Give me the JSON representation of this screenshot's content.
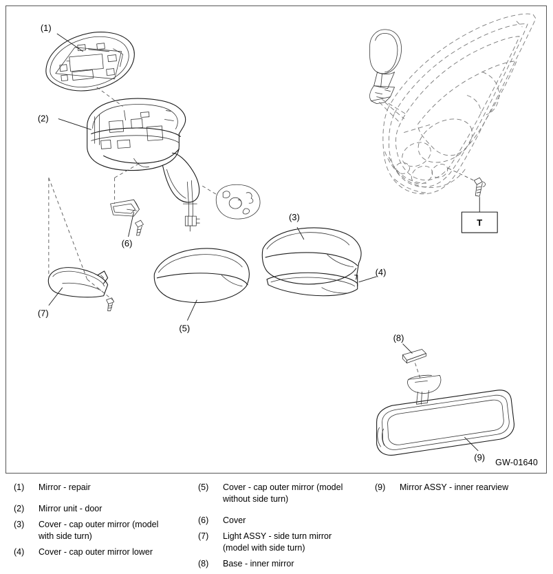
{
  "figure": {
    "id_label": "GW-01640",
    "callouts": [
      {
        "key": "1",
        "text": "(1)"
      },
      {
        "key": "2",
        "text": "(2)"
      },
      {
        "key": "3",
        "text": "(3)"
      },
      {
        "key": "4",
        "text": "(4)"
      },
      {
        "key": "5",
        "text": "(5)"
      },
      {
        "key": "6",
        "text": "(6)"
      },
      {
        "key": "7",
        "text": "(7)"
      },
      {
        "key": "8",
        "text": "(8)"
      },
      {
        "key": "9",
        "text": "(9)"
      }
    ],
    "torque_box_label": "T"
  },
  "legend": {
    "columns": [
      {
        "entries": [
          {
            "num": "(1)",
            "label": "Mirror - repair"
          },
          {
            "num": "(2)",
            "label": "Mirror unit - door"
          },
          {
            "num": "(3)",
            "label": "Cover - cap outer mirror (model\nwith side turn)"
          },
          {
            "num": "(4)",
            "label": "Cover - cap outer mirror lower"
          }
        ]
      },
      {
        "entries": [
          {
            "num": "(5)",
            "label": "Cover - cap outer mirror (model\nwithout side turn)"
          },
          {
            "num": "(6)",
            "label": "Cover"
          },
          {
            "num": "(7)",
            "label": "Light ASSY - side turn mirror\n(model with side turn)"
          },
          {
            "num": "(8)",
            "label": "Base - inner mirror"
          }
        ]
      },
      {
        "entries": [
          {
            "num": "(9)",
            "label": "Mirror ASSY - inner rearview"
          }
        ]
      }
    ]
  }
}
